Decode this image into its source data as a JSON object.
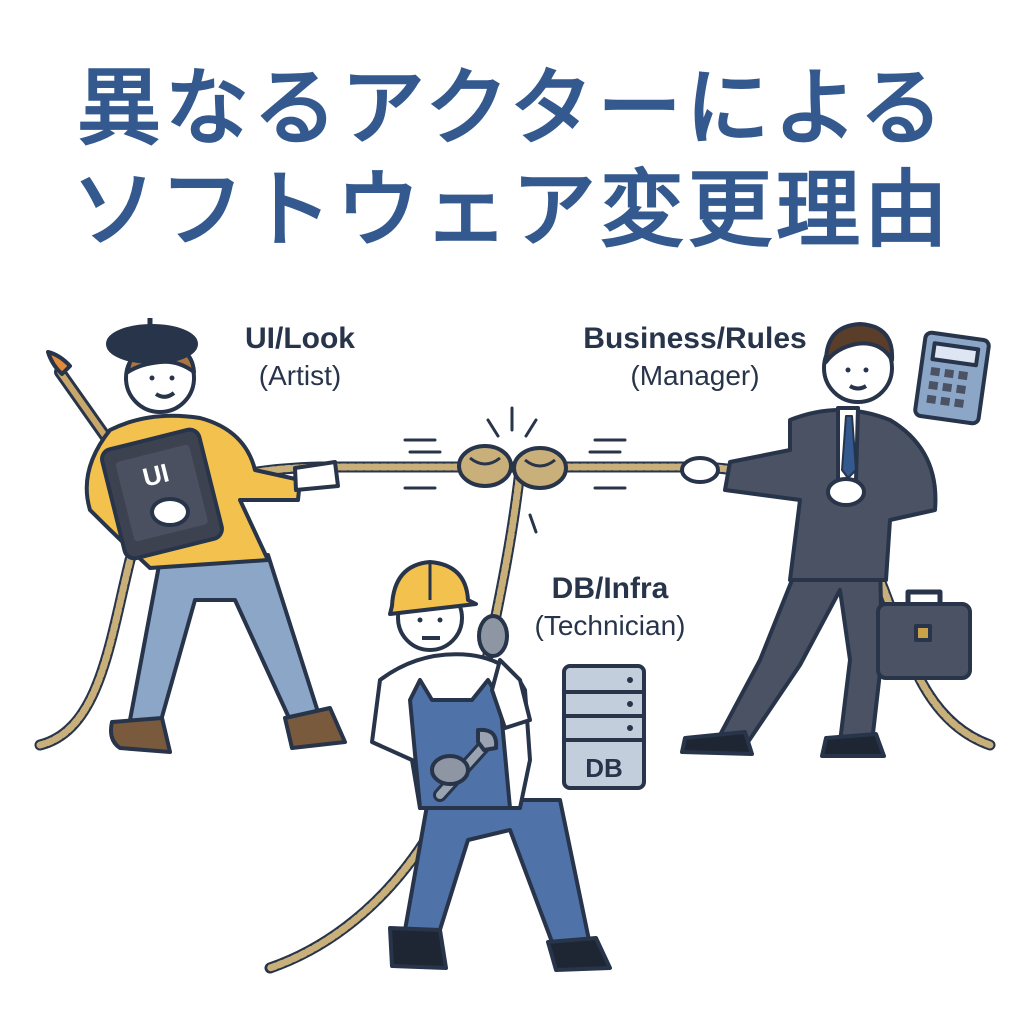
{
  "title": {
    "line1": "異なるアクターによる",
    "line2": "ソフトウェア変更理由"
  },
  "actors": [
    {
      "role": "UI/Look",
      "name": "(Artist)"
    },
    {
      "role": "Business/Rules",
      "name": "(Manager)"
    },
    {
      "role": "DB/Infra",
      "name": "(Technician)"
    }
  ],
  "props": {
    "tablet_label": "UI",
    "server_label": "DB"
  },
  "colors": {
    "title": "#33598f",
    "rope": "#c9b07a",
    "artist_shirt": "#f2c14e",
    "artist_pants": "#8ca6c8",
    "manager_suit": "#4a5263",
    "technician_overalls": "#4f73a8",
    "helmet": "#f2c14e",
    "outline": "#27344a"
  }
}
